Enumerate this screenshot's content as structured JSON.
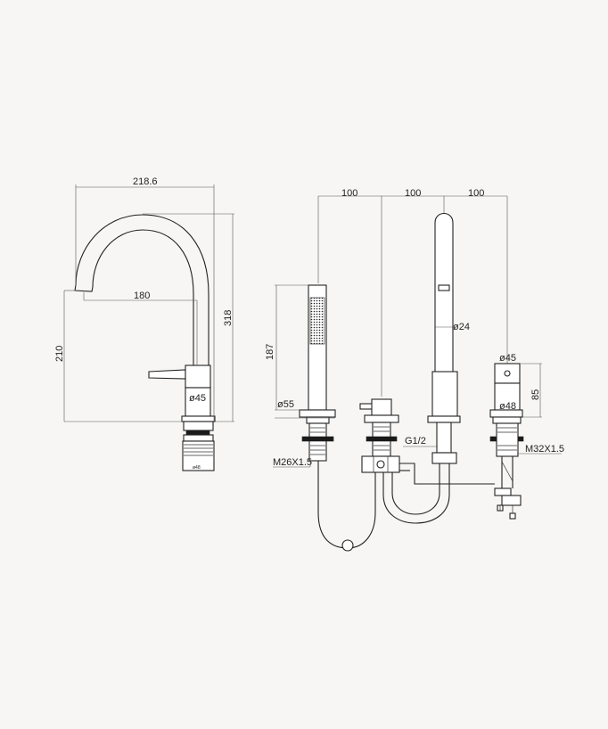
{
  "colors": {
    "background": "#f7f6f4",
    "line": "#222222"
  },
  "basin_mixer": {
    "width_overall": "218.6",
    "spout_reach": "180",
    "height_overall": "318",
    "spout_height": "210",
    "body_diameter": "ø45",
    "base_diameter": "ø48"
  },
  "bath_set": {
    "spacing_1": "100",
    "spacing_2": "100",
    "spacing_3": "100",
    "handset_length": "187",
    "handset_base": "ø55",
    "handset_thread": "M26X1.5",
    "spout_diameter": "ø24",
    "inlet_thread": "G1/2",
    "valve_body_diameter": "ø45",
    "valve_height": "85",
    "valve_base_diameter": "ø48",
    "valve_thread": "M32X1.5"
  }
}
